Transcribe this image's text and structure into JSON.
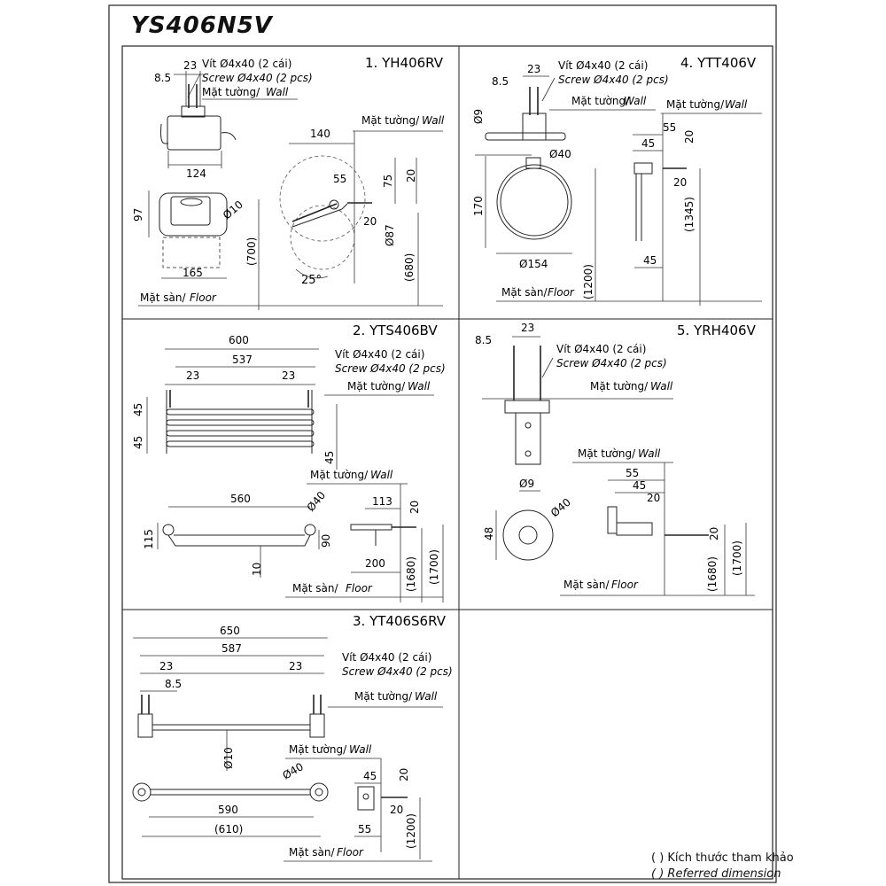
{
  "title": "YS406N5V",
  "panels": [
    {
      "number_title": "1. YH406RV",
      "screw_vn": "Vít Ø4x40 (2 cái)",
      "screw_en": "Screw Ø4x40 (2 pcs)",
      "wall_vn": "Mặt tường/",
      "wall_en": "Wall",
      "floor_vn": "Mặt sàn/",
      "floor_en": "Floor",
      "dims": [
        "23",
        "8.5",
        "124",
        "97",
        "165",
        "Ø10",
        "(700)",
        "140",
        "55",
        "75",
        "20",
        "20",
        "Ø87",
        "(680)",
        "25°"
      ]
    },
    {
      "number_title": "2. YTS406BV",
      "screw_vn": "Vít Ø4x40 (2 cái)",
      "screw_en": "Screw Ø4x40 (2 pcs)",
      "wall_vn": "Mặt tường/",
      "wall_en": "Wall",
      "floor_vn": "Mặt sàn/",
      "floor_en": "Floor",
      "dims": [
        "600",
        "537",
        "23",
        "23",
        "45",
        "45",
        "45",
        "560",
        "Ø40",
        "115",
        "90",
        "10",
        "113",
        "20",
        "200",
        "(1680)",
        "(1700)"
      ]
    },
    {
      "number_title": "3. YT406S6RV",
      "screw_vn": "Vít Ø4x40 (2 cái)",
      "screw_en": "Screw Ø4x40 (2 pcs)",
      "wall_vn": "Mặt tường/",
      "wall_en": "Wall",
      "floor_vn": "Mặt sàn/",
      "floor_en": "Floor",
      "dims": [
        "650",
        "587",
        "23",
        "23",
        "8.5",
        "Ø10",
        "Ø40",
        "590",
        "(610)",
        "45",
        "20",
        "20",
        "55",
        "(1200)"
      ]
    },
    {
      "number_title": "4. YTT406V",
      "screw_vn": "Vít Ø4x40 (2 cái)",
      "screw_en": "Screw Ø4x40 (2 pcs)",
      "wall_vn": "Mặt tường/",
      "wall_en": "Wall",
      "floor_vn": "Mặt sàn/",
      "floor_en": "Floor",
      "dims": [
        "23",
        "8.5",
        "Ø9",
        "Ø40",
        "170",
        "Ø154",
        "(1200)",
        "55",
        "45",
        "20",
        "20",
        "(1345)",
        "45"
      ]
    },
    {
      "number_title": "5. YRH406V",
      "screw_vn": "Vít Ø4x40 (2 cái)",
      "screw_en": "Screw Ø4x40 (2 pcs)",
      "wall_vn": "Mặt tường/",
      "wall_en": "Wall",
      "floor_vn": "Mặt sàn/",
      "floor_en": "Floor",
      "dims": [
        "8.5",
        "23",
        "Ø9",
        "Ø40",
        "48",
        "55",
        "45",
        "20",
        "20",
        "(1680)",
        "(1700)"
      ]
    }
  ],
  "footer": {
    "line1": "( ) Kích thước tham khảo",
    "line2": "( ) Referred dimension"
  }
}
